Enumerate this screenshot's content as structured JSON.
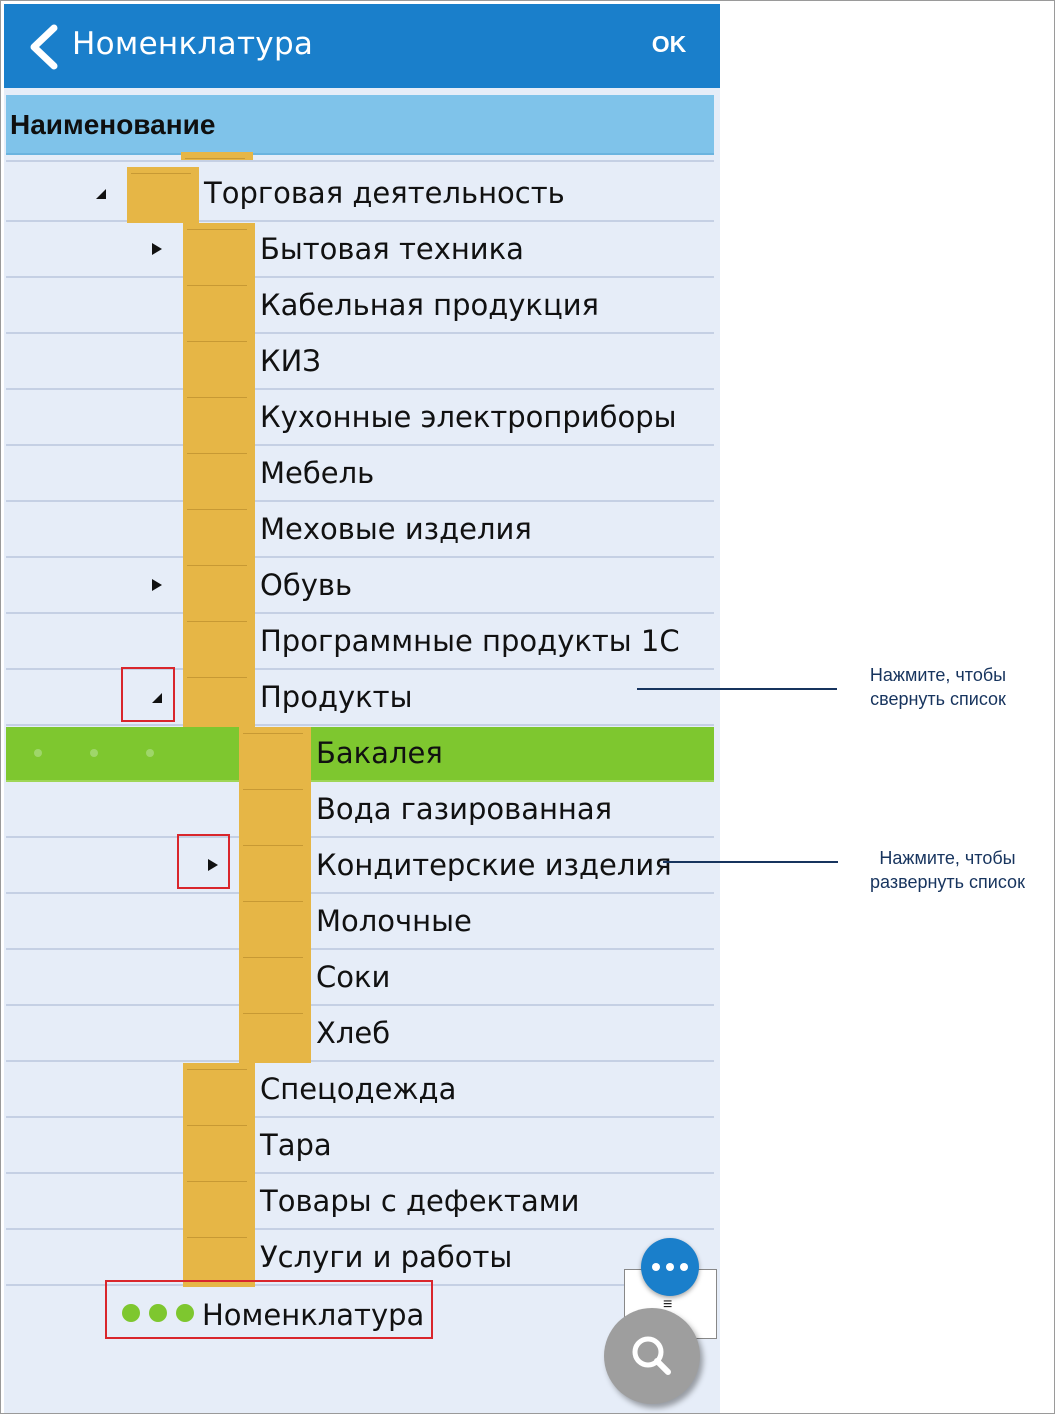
{
  "topbar": {
    "title": "Номенклатура",
    "ok_label": "OK"
  },
  "header": {
    "column_label": "Наименование"
  },
  "tree": [
    {
      "label": "Торговая деятельность",
      "level": 0,
      "toggle": "expanded"
    },
    {
      "label": "Бытовая техника",
      "level": 1,
      "toggle": "collapsed"
    },
    {
      "label": "Кабельная продукция",
      "level": 1,
      "toggle": "none"
    },
    {
      "label": "КИЗ",
      "level": 1,
      "toggle": "none"
    },
    {
      "label": "Кухонные электроприборы",
      "level": 1,
      "toggle": "none"
    },
    {
      "label": "Мебель",
      "level": 1,
      "toggle": "none"
    },
    {
      "label": "Меховые изделия",
      "level": 1,
      "toggle": "none"
    },
    {
      "label": "Обувь",
      "level": 1,
      "toggle": "collapsed"
    },
    {
      "label": "Программные продукты 1С",
      "level": 1,
      "toggle": "none"
    },
    {
      "label": "Продукты",
      "level": 1,
      "toggle": "expanded"
    },
    {
      "label": "Бакалея",
      "level": 2,
      "toggle": "none",
      "selected": true
    },
    {
      "label": "Вода газированная",
      "level": 2,
      "toggle": "none"
    },
    {
      "label": "Кондитерские изделия",
      "level": 2,
      "toggle": "collapsed"
    },
    {
      "label": "Молочные",
      "level": 2,
      "toggle": "none"
    },
    {
      "label": "Соки",
      "level": 2,
      "toggle": "none"
    },
    {
      "label": "Хлеб",
      "level": 2,
      "toggle": "none"
    },
    {
      "label": "Спецодежда",
      "level": 1,
      "toggle": "none"
    },
    {
      "label": "Тара",
      "level": 1,
      "toggle": "none"
    },
    {
      "label": "Товары с дефектами",
      "level": 1,
      "toggle": "none"
    },
    {
      "label": "Услуги и работы",
      "level": 1,
      "toggle": "none"
    }
  ],
  "footer_node": {
    "label": "Номенклатура"
  },
  "small_box": {
    "glyph": "≡"
  },
  "annotations": {
    "collapse": "Нажмите, чтобы свернуть список",
    "expand": "Нажмите, чтобы развернуть список"
  },
  "colors": {
    "topbar": "#1a7fcb",
    "header": "#7fc3ea",
    "selected_row": "#7ec72f",
    "folder": "#e6b646",
    "highlight_box": "#d9262c"
  },
  "icons": {
    "back": "chevron-left-icon",
    "folder": "folder-icon",
    "expanded": "triangle-expanded-icon",
    "collapsed": "triangle-right-icon",
    "more": "more-dots-icon",
    "search": "search-icon"
  }
}
